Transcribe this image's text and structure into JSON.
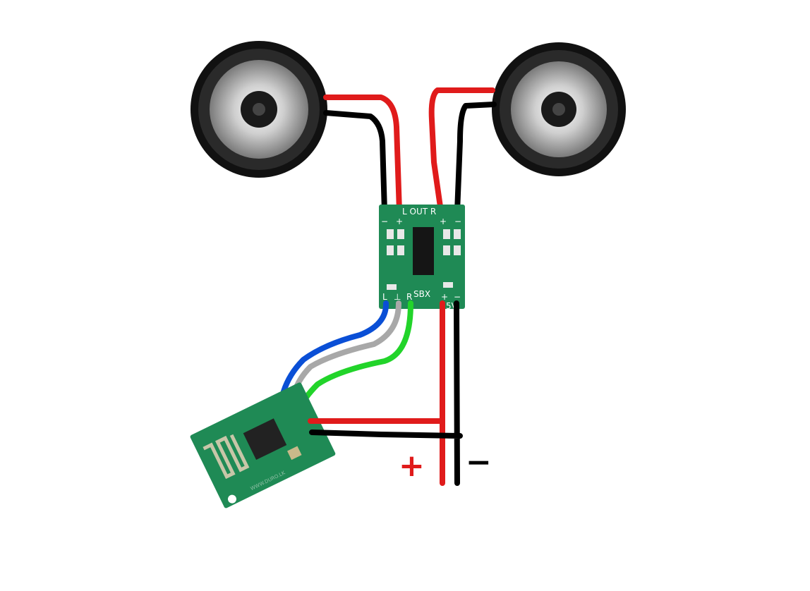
{
  "amplifier": {
    "output_label": "L OUT R",
    "chip_label": "SBX",
    "power_label": "5V",
    "input_pins": [
      "L",
      "⊥",
      "R"
    ],
    "output_pin_marks": [
      "−",
      "+",
      "+",
      "−"
    ],
    "power_pin_marks": [
      "+",
      "−"
    ]
  },
  "bluetooth_module": {
    "watermark": "WWW.DURO.LK"
  },
  "power": {
    "positive_label": "+",
    "negative_label": "−"
  },
  "colors": {
    "positive_wire": "#e01b1b",
    "ground_wire": "#000000",
    "left_input_wire": "#0a4fd6",
    "ground_input_wire": "#a8a8a8",
    "right_input_wire": "#22d42a",
    "pcb": "#1f8a55"
  }
}
